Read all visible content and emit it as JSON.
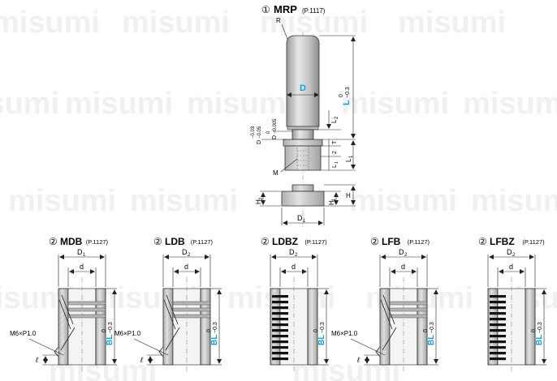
{
  "watermark": "misumi",
  "colors": {
    "accent": "#1a9fd8",
    "metal_light": "#dcdcdc",
    "metal_mid": "#b5b5b5",
    "metal_dark": "#8c8c8c",
    "line": "#222222"
  },
  "top_part": {
    "title": "MRP",
    "index": "①",
    "page_ref": "(P.1117)",
    "labels": {
      "R": "R",
      "D": "D",
      "L": "L",
      "L_tol_upper": "0",
      "L_tol_lower": "−0.3",
      "L2": "L",
      "L2_sub": "2",
      "T": "T",
      "dim_2": "2",
      "L1_small": "L",
      "L1_small_sub": "1",
      "L1_big": "L",
      "L1_big_sub": "1",
      "D_tol_main": "D",
      "D_tol_a": "−0.03",
      "D_tol_b": "−0.05",
      "D_tol_c": "D",
      "D_tol_d": "−0.005",
      "D_tol_zero": "0",
      "M": "M",
      "H": "H",
      "H1": "H",
      "H1_sub": "1",
      "H2": "H",
      "H2_sub": "2",
      "D1": "D",
      "D1_sub": "1"
    }
  },
  "bushings": [
    {
      "index": "②",
      "title": "MDB",
      "page_ref": "(P.1127)",
      "outer": "D",
      "outer_sub": "1",
      "inner": "d",
      "length": "BL",
      "tol_upper": "0",
      "tol_lower": "−0.3",
      "thread": "M6×P1.0",
      "ell": "ℓ",
      "style": "grooves"
    },
    {
      "index": "②",
      "title": "LDB",
      "page_ref": "(P.1127)",
      "outer": "D",
      "outer_sub": "2",
      "inner": "d",
      "length": "BL",
      "tol_upper": "0",
      "tol_lower": "−0.3",
      "thread": "M6×P1.0",
      "ell": "ℓ",
      "style": "grooves"
    },
    {
      "index": "②",
      "title": "LDBZ",
      "page_ref": "(P.1127)",
      "outer": "D",
      "outer_sub": "2",
      "inner": "d",
      "length": "BL",
      "tol_upper": "0",
      "tol_lower": "−0.3",
      "thread": "",
      "ell": "",
      "style": "stripes"
    },
    {
      "index": "②",
      "title": "LFB",
      "page_ref": "(P.1127)",
      "outer": "D",
      "outer_sub": "2",
      "inner": "d",
      "length": "BL",
      "tol_upper": "0",
      "tol_lower": "−0.3",
      "thread": "M6×P1.0",
      "ell": "ℓ",
      "style": "grooves"
    },
    {
      "index": "②",
      "title": "LFBZ",
      "page_ref": "(P.1127)",
      "outer": "D",
      "outer_sub": "2",
      "inner": "d",
      "length": "BL",
      "tol_upper": "0",
      "tol_lower": "−0.3",
      "thread": "",
      "ell": "",
      "style": "stripes"
    }
  ]
}
